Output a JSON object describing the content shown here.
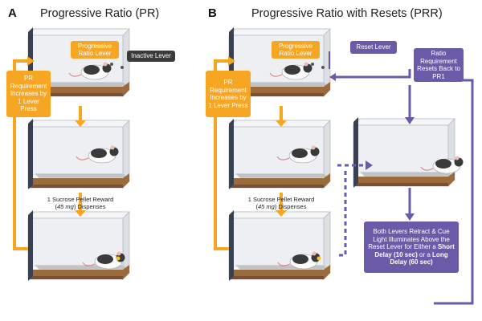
{
  "panel_a": {
    "letter": "A",
    "title": "Progressive Ratio (PR)",
    "progressive_lever_label": "Progressive Ratio Lever",
    "inactive_lever_label": "Inactive Lever",
    "requirement_label": "PR Requirement Increases by 1 Lever Press",
    "reward_line1": "1 Sucrose Pellet Reward",
    "reward_amount": "45 mg",
    "reward_line2_suffix": "Dispenses"
  },
  "panel_b": {
    "letter": "B",
    "title": "Progressive Ratio with Resets (PRR)",
    "progressive_lever_label": "Progressive Ratio Lever",
    "reset_lever_label": "Reset Lever",
    "reset_requirement_label": "Ratio Requirement Resets Back to PR1",
    "requirement_label": "PR Requirement Increases by 1 Lever Press",
    "reward_line1": "1 Sucrose Pellet Reward",
    "reward_amount": "45 mg",
    "reward_line2_suffix": "Dispenses",
    "retract_text_1": "Both Levers Retract & Cue Light Illuminates Above the Reset Lever for Either a",
    "short_delay": "Short Delay (10 sec)",
    "retract_or": "or a",
    "long_delay": "Long Delay (60 sec)"
  },
  "colors": {
    "orange": "#f6a623",
    "purple": "#6a5aa8",
    "dark_box": "#3a3a3a",
    "chamber_wall": "#374152",
    "floor_brown": "#9b6b3c"
  }
}
